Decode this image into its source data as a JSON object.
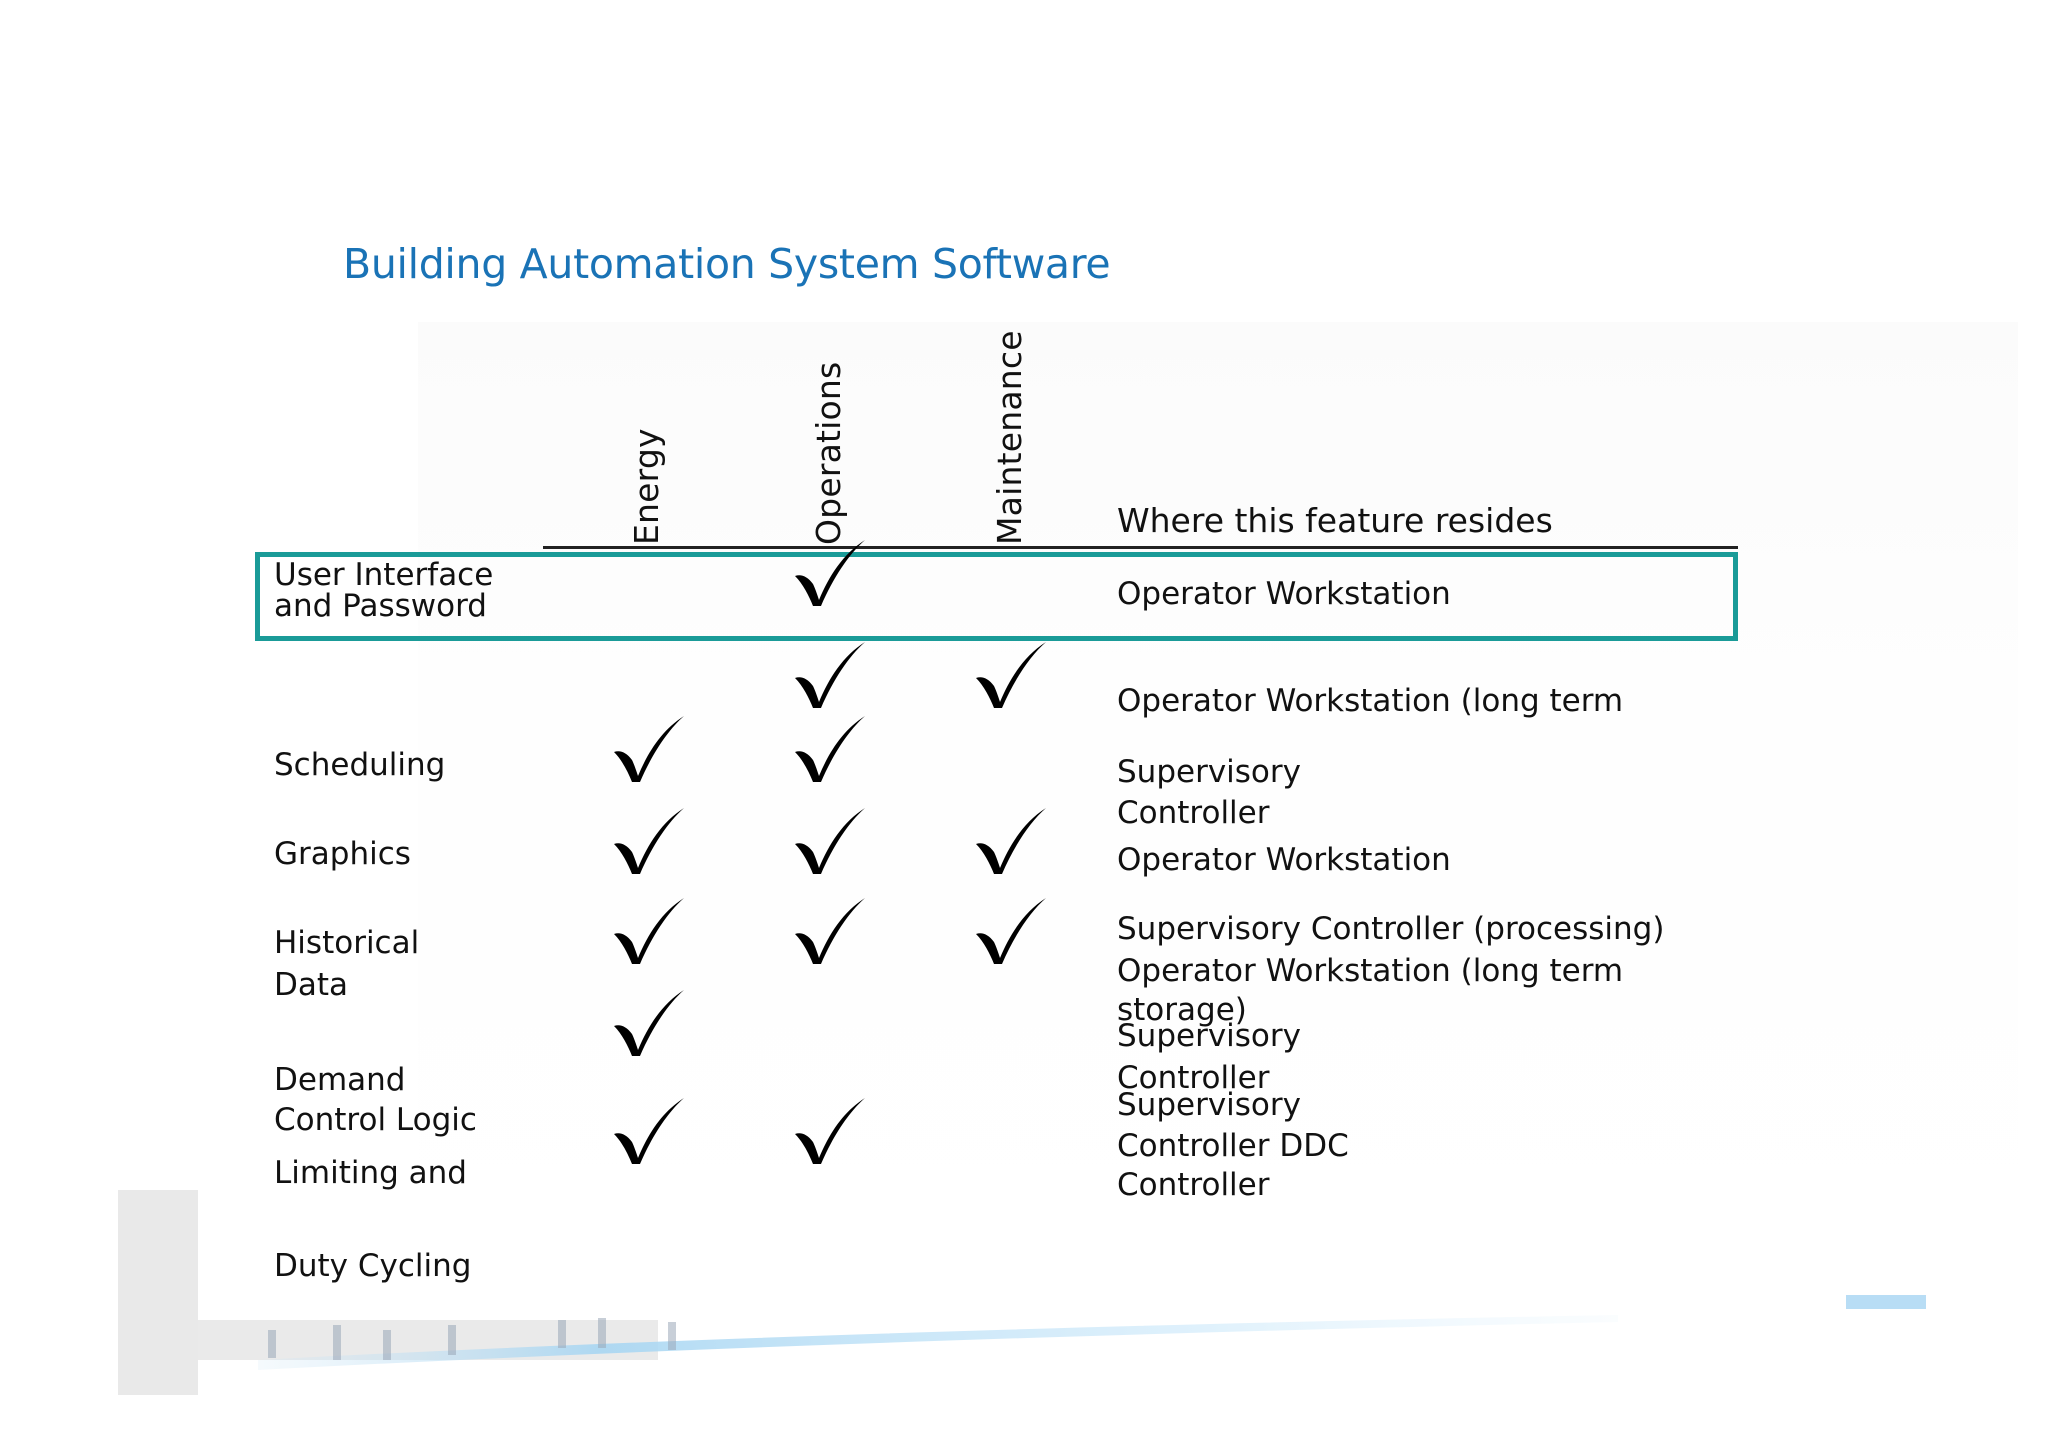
{
  "slide": {
    "title": "Building Automation System Software"
  },
  "table": {
    "columns": [
      "Energy",
      "Operations",
      "Maintenance"
    ],
    "resides_header": "Where this feature resides",
    "rows": [
      {
        "feature_lines": [
          "User Interface",
          "and Password"
        ],
        "checks": [
          false,
          true,
          false
        ],
        "resides_lines": [
          "Operator Workstation"
        ],
        "highlighted": true
      },
      {
        "feature_lines": [],
        "checks": [
          false,
          true,
          true
        ],
        "resides_lines": [
          "Operator Workstation (long term"
        ]
      },
      {
        "feature_lines": [
          "Scheduling"
        ],
        "checks": [
          true,
          true,
          false
        ],
        "resides_lines": [
          "Supervisory",
          "Controller"
        ]
      },
      {
        "feature_lines": [
          "Graphics"
        ],
        "checks": [
          true,
          true,
          true
        ],
        "resides_lines": [
          "Operator Workstation"
        ]
      },
      {
        "feature_lines": [
          "Historical",
          "Data"
        ],
        "checks": [
          true,
          true,
          true
        ],
        "resides_lines": [
          "Supervisory Controller (processing)",
          "Operator Workstation (long term",
          "storage)"
        ]
      },
      {
        "feature_lines": [
          "Demand",
          "Limiting and",
          "Duty Cycling"
        ],
        "checks": [
          true,
          false,
          false
        ],
        "resides_lines": [
          "Supervisory",
          "Controller"
        ]
      },
      {
        "feature_lines": [
          "Control Logic"
        ],
        "checks": [
          true,
          true,
          false
        ],
        "resides_lines": [
          "Supervisory",
          "Controller DDC",
          "Controller"
        ]
      }
    ]
  },
  "icons": {
    "check": "checkmark-icon"
  },
  "colors": {
    "title": "#1a73b6",
    "highlight_border": "#1a9b98"
  }
}
